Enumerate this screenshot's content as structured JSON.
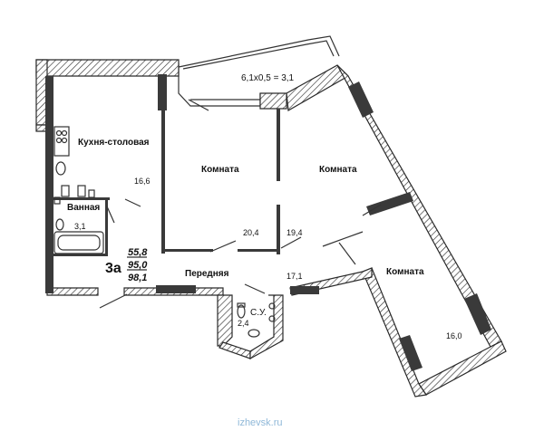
{
  "balcony": {
    "formula": "6,1x0,5 = 3,1"
  },
  "rooms": {
    "kitchen": {
      "name": "Кухня-столовая",
      "area": "16,6"
    },
    "bathroom": {
      "name": "Ванная",
      "area": "3,1"
    },
    "room1": {
      "name": "Комната",
      "area": "20,4"
    },
    "room2": {
      "name": "Комната",
      "area": "19,4"
    },
    "room3": {
      "name": "Комната",
      "area": "16,0"
    },
    "hall": {
      "name": "Передняя",
      "area": "17,1"
    },
    "wc": {
      "name": "С.У.",
      "area": "2,4"
    }
  },
  "apartment": {
    "type": "3а",
    "living_area": "55,8",
    "total_area": "95,0",
    "area_with_balcony": "98,1"
  },
  "watermark": "izhevsk.ru"
}
